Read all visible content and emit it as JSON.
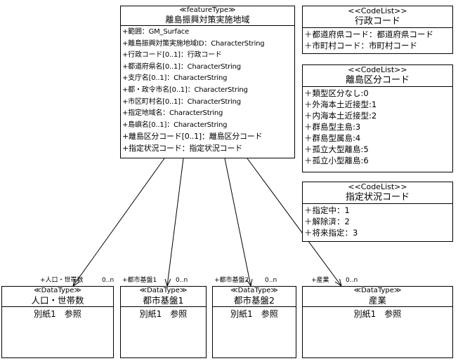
{
  "feature": {
    "stereotype": "≪featureType≫",
    "name": "離島振興対策実施地域",
    "attributes": [
      "+範囲：GM_Surface",
      "+離島振興対策実施地域ID：CharacterString",
      "+行政コード[0..1]：行政コード",
      "+都道府県名[0..1]：CharacterString",
      "+支庁名[0..1]：CharacterString",
      "+都・政令市名[0..1]：CharacterString",
      "+市区町村名[0..1]：CharacterString",
      "+指定地域名：CharacterString",
      "+島嶼名[0..1]：CharacterString",
      "+離島区分コード[0..1]：離島区分コード",
      "+指定状況コード：指定状況コード"
    ]
  },
  "codelists": [
    {
      "stereotype": "<<CodeList>>",
      "name": "行政コード",
      "items": [
        "＋都道府県コード：都道府県コード",
        "＋市町村コード：市町村コード"
      ]
    },
    {
      "stereotype": "<<CodeList>>",
      "name": "離島区分コード",
      "items": [
        "＋類型区分なし:0",
        "＋外海本土近接型:1",
        "＋内海本土近接型:2",
        "＋群島型主島:3",
        "＋群島型属島:4",
        "＋孤立大型離島:5",
        "＋孤立小型離島:6"
      ]
    },
    {
      "stereotype": "<<CodeList>>",
      "name": "指定状況コード",
      "items": [
        "＋指定中：1",
        "＋解除済：2",
        "＋将来指定：3"
      ]
    }
  ],
  "datatypes": [
    {
      "stereotype": "≪DataType≫",
      "name": "人口・世帯数",
      "note": "別紙1　参照",
      "role": "+人口・世帯数",
      "mult": "0..n"
    },
    {
      "stereotype": "≪DataType≫",
      "name": "都市基盤1",
      "note": "別紙1　参照",
      "role": "+都市基盤1",
      "mult": "0..n"
    },
    {
      "stereotype": "≪DataType≫",
      "name": "都市基盤2",
      "note": "別紙1　参照",
      "role": "+都市基盤2",
      "mult": "0..n"
    },
    {
      "stereotype": "≪DataType≫",
      "name": "産業",
      "note": "別紙1　参照",
      "role": "+産業",
      "mult": "0..n"
    }
  ]
}
